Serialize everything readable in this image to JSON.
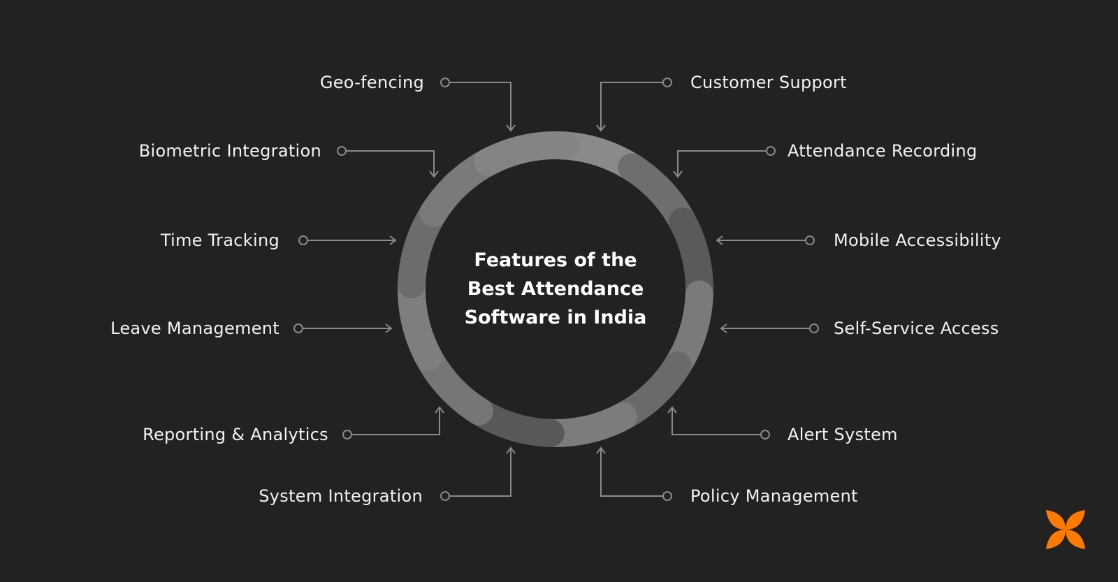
{
  "title": {
    "line1": "Features of the",
    "line2": "Best Attendance",
    "line3": "Software in India"
  },
  "left_features": [
    "Geo-fencing",
    "Biometric Integration",
    "Time Tracking",
    "Leave Management",
    "Reporting & Analytics",
    "System Integration"
  ],
  "right_features": [
    "Customer Support",
    "Attendance Recording",
    "Mobile Accessibility",
    "Self-Service Access",
    "Alert System",
    "Policy Management"
  ],
  "colors": {
    "background": "#222222",
    "ring": "#7a7a7a",
    "connector": "#8a8a8a",
    "logo": "#ff7a00"
  },
  "logo_icon": "butterfly-logo-icon"
}
